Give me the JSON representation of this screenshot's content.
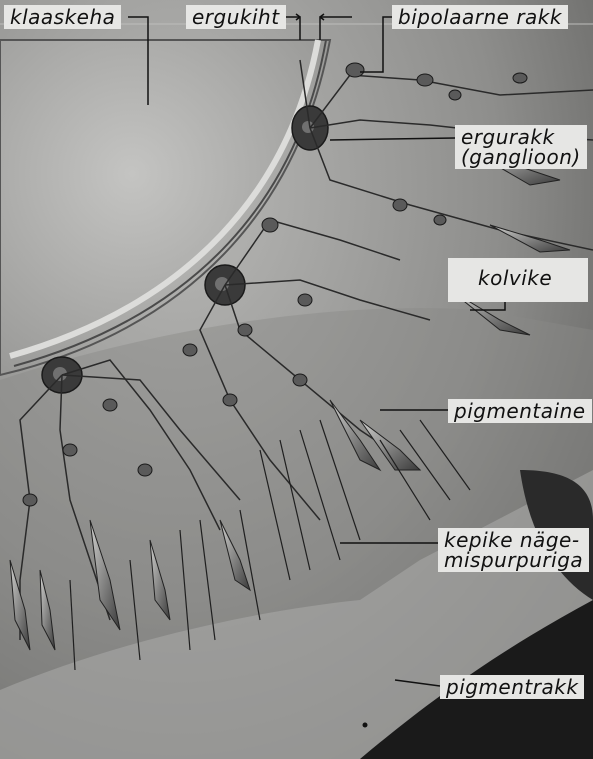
{
  "labels": {
    "klaaskeha": "klaaskeha",
    "ergukiht": "ergukiht",
    "bipolaarne_rakk": "bipolaarne rakk",
    "ergurakk_line1": "ergurakk",
    "ergurakk_line2": "(ganglioon)",
    "kolvike": "kolvike",
    "pigmentaine": "pigmentaine",
    "kepike_line1": "kepike näge-",
    "kepike_line2": "mispurpuriga",
    "pigmentrakk": "pigmentrakk"
  },
  "colors": {
    "background": "#7a7a7a",
    "paper": "#e6e6e4",
    "dark": "#1a1a1a"
  }
}
